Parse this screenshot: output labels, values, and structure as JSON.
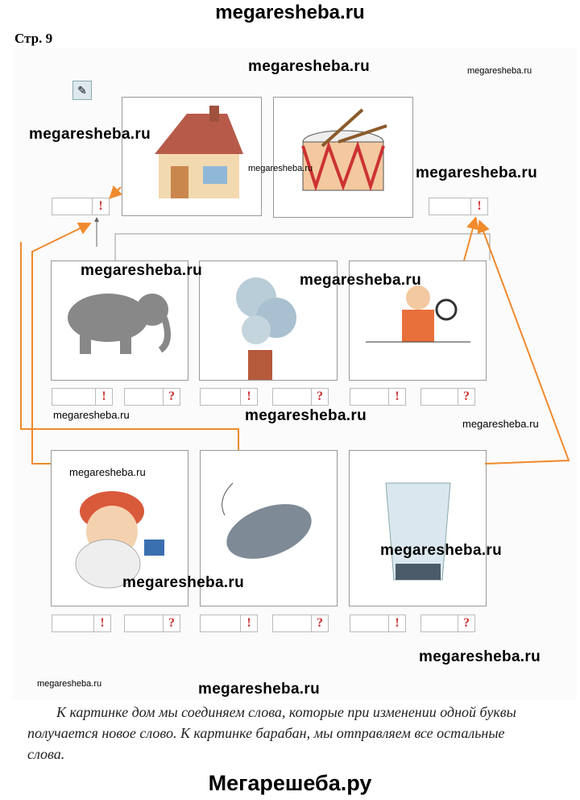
{
  "header": {
    "site": "megaresheba.ru",
    "page_label": "Стр. 9"
  },
  "watermarks": [
    "megaresheba.ru",
    "megaresheba.ru",
    "megaresheba.ru",
    "megaresheba.ru",
    "megaresheba.ru",
    "megaresheba.ru",
    "megaresheba.ru",
    "megaresheba.ru",
    "megaresheba.ru",
    "megaresheba.ru",
    "megaresheba.ru",
    "megaresheba.ru",
    "megaresheba.ru",
    "megaresheba.ru",
    "megaresheba.ru"
  ],
  "marks": {
    "exclaim": "!",
    "question": "?"
  },
  "pictures": [
    "house",
    "drum",
    "elephant",
    "smoke",
    "clown",
    "grandpa",
    "catfish",
    "glass"
  ],
  "caption": "К картинке дом мы соединяем слова, которые при изменении одной буквы получается новое слово. К картинке барабан, мы отправляем все остальные слова.",
  "footer": {
    "site": "Мегарешеба.ру"
  },
  "colors": {
    "line": "#f08a2c",
    "mark": "#cc3333"
  }
}
